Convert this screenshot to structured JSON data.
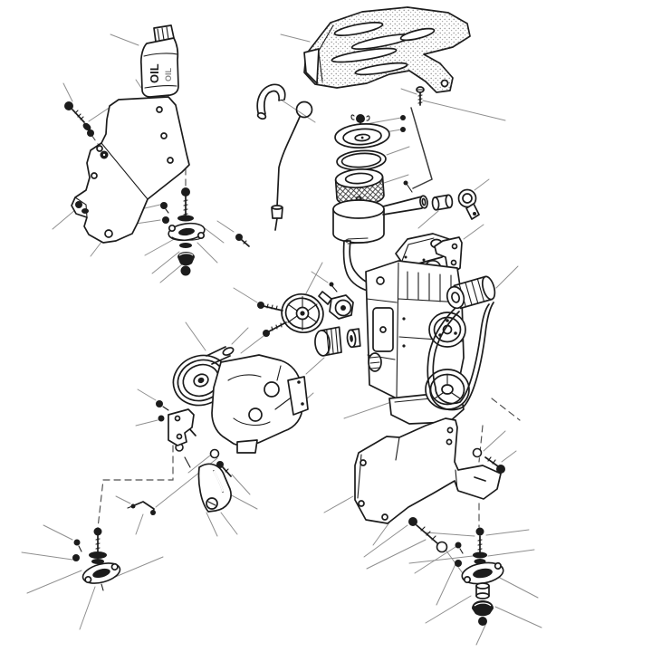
{
  "diagram": {
    "kind": "exploded-parts-diagram",
    "colors": {
      "background": "#ffffff",
      "line": "#1c1c1c",
      "leader": "#8f8f8f",
      "dark_fill": "#1c1c1c"
    },
    "oil_bottle": {
      "label": "OIL",
      "label_secondary": "OIL"
    },
    "parts": [
      {
        "name": "oil-bottle"
      },
      {
        "name": "exhaust-heat-shield"
      },
      {
        "name": "shield-screw"
      },
      {
        "name": "left-mounting-bracket"
      },
      {
        "name": "bracket-bolt"
      },
      {
        "name": "left-engine-mount"
      },
      {
        "name": "hook-pipe"
      },
      {
        "name": "dipstick"
      },
      {
        "name": "air-cleaner-wing-nut"
      },
      {
        "name": "air-cleaner-cover"
      },
      {
        "name": "air-cleaner-gasket"
      },
      {
        "name": "air-filter-element"
      },
      {
        "name": "air-cleaner-housing"
      },
      {
        "name": "inlet-sleeve"
      },
      {
        "name": "clamp-eye"
      },
      {
        "name": "elbow-hose"
      },
      {
        "name": "fan-pulley"
      },
      {
        "name": "fan-studs"
      },
      {
        "name": "fuel-pump"
      },
      {
        "name": "crank-spacers"
      },
      {
        "name": "engine-assembly"
      },
      {
        "name": "generator"
      },
      {
        "name": "drive-belt"
      },
      {
        "name": "water-pump-assembly"
      },
      {
        "name": "adjuster-arm"
      },
      {
        "name": "small-bracket"
      },
      {
        "name": "spring-clip"
      },
      {
        "name": "right-mounting-bracket"
      },
      {
        "name": "flange-bolt"
      },
      {
        "name": "long-bolt"
      },
      {
        "name": "rear-left-engine-mount"
      },
      {
        "name": "rear-right-engine-mount"
      }
    ]
  }
}
